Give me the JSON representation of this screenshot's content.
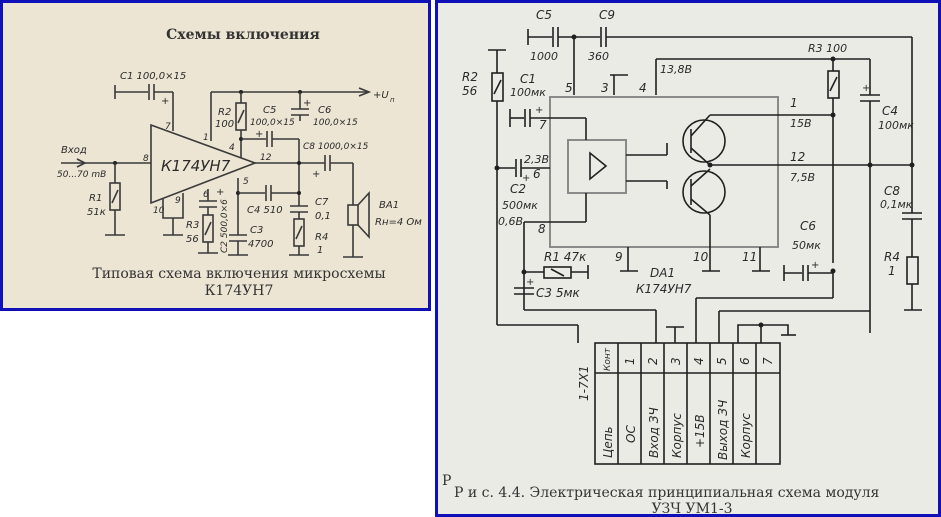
{
  "left_panel": {
    "title": "Схемы включения",
    "caption_line1": "Типовая схема включения микросхемы",
    "caption_line2": "К174УН7",
    "chip_label": "К174УН7",
    "input_label": "Вход",
    "input_level": "50...70 mВ",
    "supply_label": "+U",
    "supply_sub": "п",
    "components": {
      "C1": "C1 100,0×15",
      "R2": "R2",
      "R2_val": "100",
      "C5": "C5",
      "C5_val": "100,0×15",
      "C6": "C6",
      "C6_val": "100,0×15",
      "C8": "C8 1000,0×15",
      "R1": "R1",
      "R1_val": "51к",
      "R3": "R3",
      "R3_val": "56",
      "C2": "C2 500,0×6",
      "C4": "C4 510",
      "C3": "C3",
      "C3_val": "4700",
      "C7": "C7",
      "C7_val": "0,1",
      "R4": "R4",
      "R4_val": "1",
      "BA1": "BA1",
      "BA1_val": "Rн=4 Ом"
    },
    "pins": [
      "7",
      "1",
      "4",
      "12",
      "8",
      "5",
      "6",
      "10",
      "9"
    ]
  },
  "right_panel": {
    "caption_line1": "Р и с. 4.4. Электрическая принципиальная схема модуля",
    "caption_line2": "УЗЧ УМ1-3",
    "caption_stray": "Р",
    "chip_label_1": "DA1",
    "chip_label_2": "К174УН7",
    "components": {
      "C5": "C5",
      "C5_val": "1000",
      "C9": "C9",
      "C9_val": "360",
      "R2": "R2",
      "R2_val": "56",
      "C1": "C1",
      "C1_val": "100мк",
      "R3": "R3 100",
      "C4": "C4",
      "C4_val": "100мк",
      "C2": "C2",
      "C2_val": "500мк",
      "C8": "C8",
      "C8_val": "0,1мк",
      "R4": "R4",
      "R4_val": "1",
      "R1": "R1 47к",
      "C3": "C3 5мк",
      "C6": "C6",
      "C6_val": "50мк"
    },
    "voltages": {
      "pin4": "13,8В",
      "pin1": "15В",
      "pin12": "7,5В",
      "pin6": "2,3В",
      "pin8": "0,6В"
    },
    "pins": {
      "p5": "5",
      "p3": "3",
      "p4": "4",
      "p7": "7",
      "p6": "6",
      "p8": "8",
      "p1": "1",
      "p12": "12",
      "p9": "9",
      "p10": "10",
      "p11": "11"
    },
    "connector": {
      "ref": "1-7X1",
      "header": "Конт",
      "contacts": [
        "1",
        "2",
        "3",
        "4",
        "5",
        "6",
        "7"
      ],
      "circuit_header": "Цепь",
      "circuits": [
        "ОС",
        "Вход ЗЧ",
        "Корпус",
        "+15В",
        "Выход ЗЧ",
        "Корпус",
        ""
      ]
    }
  }
}
